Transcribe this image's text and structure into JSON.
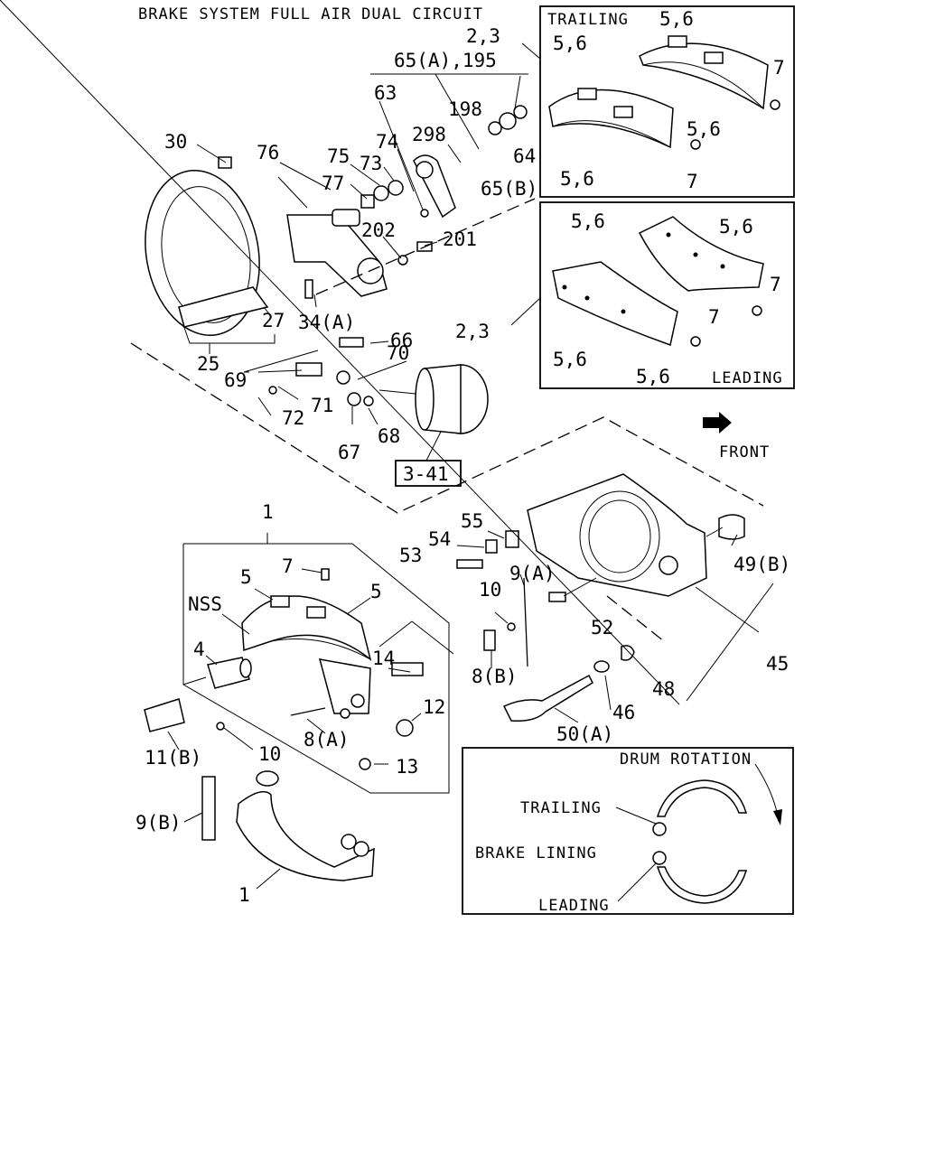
{
  "title": "BRAKE SYSTEM FULL AIR DUAL CIRCUIT",
  "trailing_inset": {
    "title": "TRAILING",
    "labels": [
      "5,6",
      "5,6",
      "5,6",
      "5,6",
      "7",
      "7"
    ]
  },
  "leading_inset": {
    "title": "LEADING",
    "labels": [
      "5,6",
      "5,6",
      "5,6",
      "5,6",
      "7",
      "7"
    ]
  },
  "drum_rotation_inset": {
    "title": "DRUM ROTATION",
    "trailing": "TRAILING",
    "brake_lining": "BRAKE LINING",
    "leading": "LEADING"
  },
  "front_label": "FRONT",
  "reference_box": "3-41",
  "part_labels": {
    "p23a": "2,3",
    "p23b": "2,3",
    "p65a195": "65(A),195",
    "p63": "63",
    "p198": "198",
    "p298": "298",
    "p74": "74",
    "p64": "64",
    "p65b": "65(B)",
    "p30": "30",
    "p76": "76",
    "p75": "75",
    "p73": "73",
    "p77": "77",
    "p202": "202",
    "p201": "201",
    "p27": "27",
    "p34a": "34(A)",
    "p25": "25",
    "p66": "66",
    "p70": "70",
    "p69": "69",
    "p71": "71",
    "p72": "72",
    "p67": "67",
    "p68": "68",
    "p1a": "1",
    "p7": "7",
    "p5a": "5",
    "p5b": "5",
    "pNSS": "NSS",
    "p4": "4",
    "p14": "14",
    "p12": "12",
    "p10a": "10",
    "p8a": "8(A)",
    "p13": "13",
    "p11b": "11(B)",
    "p9b": "9(B)",
    "p1b": "1",
    "p55": "55",
    "p54": "54",
    "p53": "53",
    "p9a": "9(A)",
    "p10b": "10",
    "p8b": "8(B)",
    "p52": "52",
    "p49b": "49(B)",
    "p45": "45",
    "p48": "48",
    "p46": "46",
    "p50a": "50(A)"
  }
}
